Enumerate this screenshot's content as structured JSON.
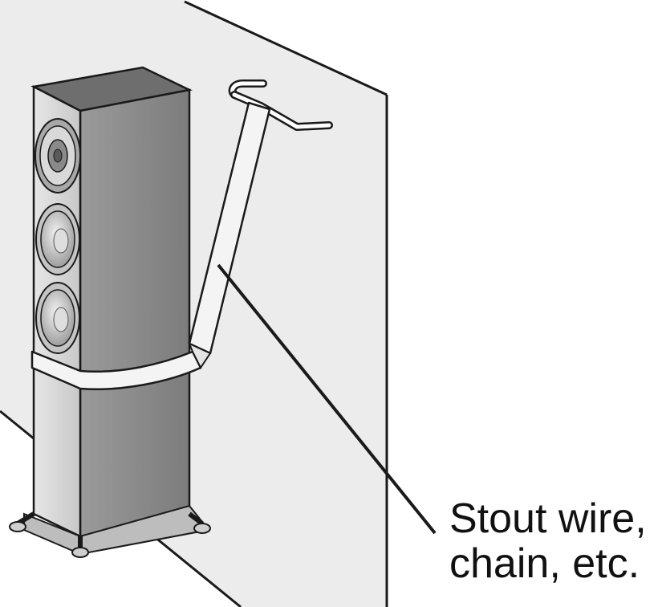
{
  "callout": {
    "line1": "Stout wire,",
    "line2": "chain, etc."
  },
  "colors": {
    "wall": "#ececec",
    "outline": "#1a1a1a",
    "cabinet_front": "#d8d8d8",
    "cabinet_side": "#8c8c8c",
    "cabinet_top": "#6e6e6e",
    "strap": "#f4f4f4"
  },
  "icons": {
    "speaker": "floor-standing-speaker",
    "hook": "wall-hook"
  }
}
